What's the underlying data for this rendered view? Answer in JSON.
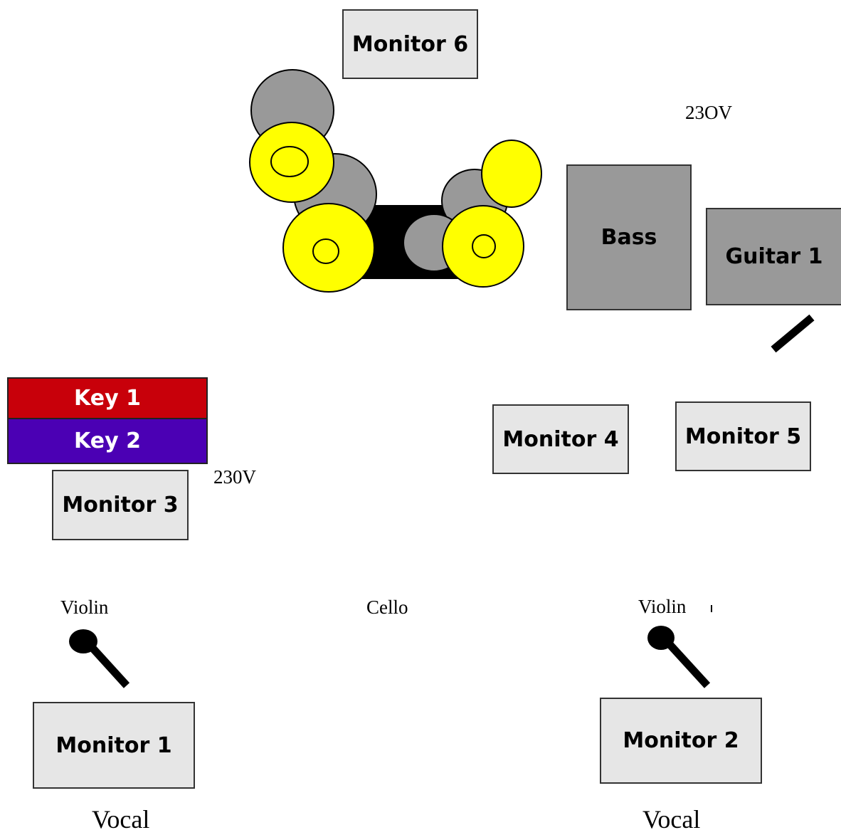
{
  "monitors": {
    "m1": "Monitor 1",
    "m2": "Monitor 2",
    "m3": "Monitor 3",
    "m4": "Monitor 4",
    "m5": "Monitor 5",
    "m6": "Monitor 6"
  },
  "amps": {
    "bass": "Bass",
    "guitar": "Guitar 1"
  },
  "keys": {
    "key1": "Key 1",
    "key2": "Key 2"
  },
  "power": {
    "top": "23OV",
    "left": "230V"
  },
  "instruments": {
    "violin_left": "Violin",
    "cello": "Cello",
    "violin_right": "Violin"
  },
  "vocals": {
    "left": "Vocal",
    "right": "Vocal"
  },
  "colors": {
    "monitor_fill": "#e6e6e6",
    "amp_fill": "#999999",
    "key1_fill": "#c8000a",
    "key2_fill": "#4b00b4",
    "cymbal_fill": "#ffff00",
    "drum_shell_fill": "#999999",
    "kick_fill": "#000000"
  }
}
